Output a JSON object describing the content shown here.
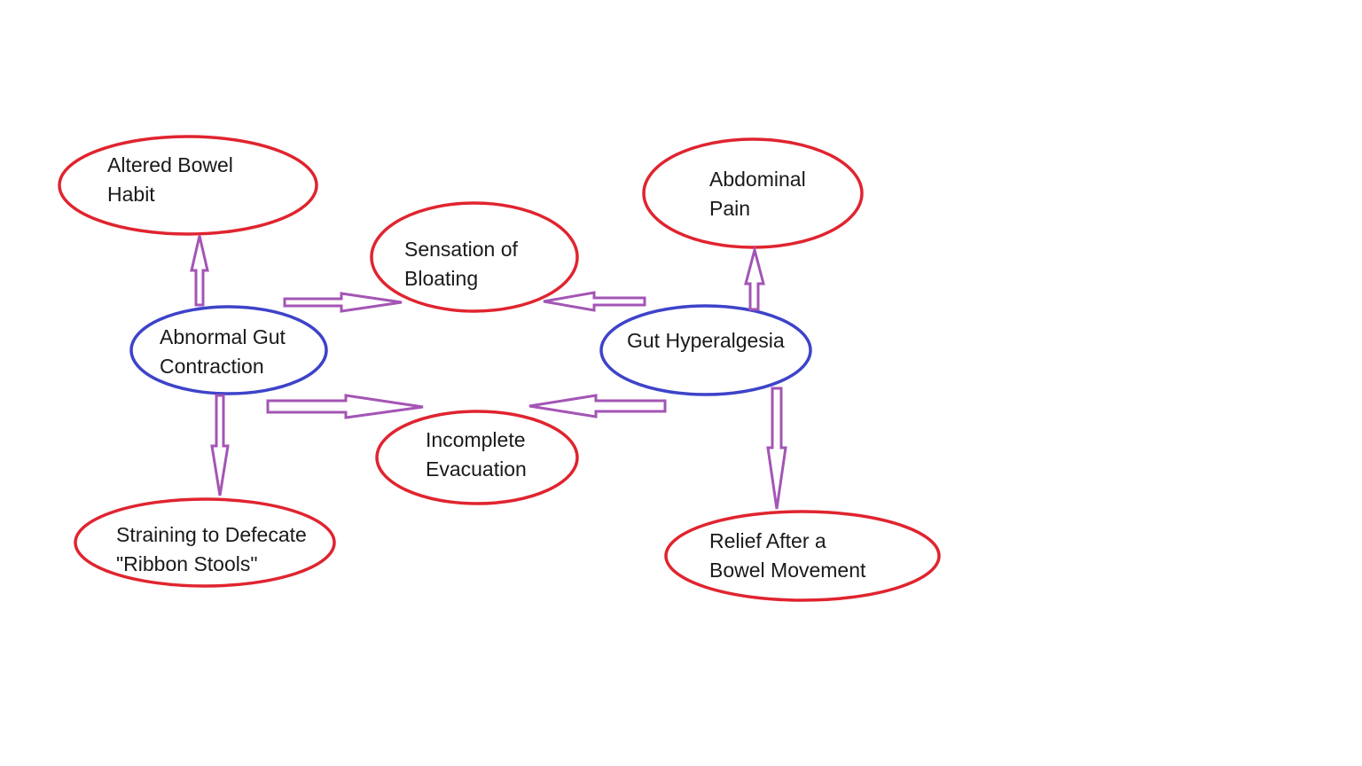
{
  "colors": {
    "cause_outline": "#3d43c9",
    "effect_outline": "#e0242f",
    "arrow_stroke": "#a355b5",
    "text": "#1a1a1a",
    "background": "#ffffff"
  },
  "nodes": {
    "altered_bowel_habit": {
      "line1": "Altered Bowel",
      "line2": "Habit"
    },
    "sensation_of_bloating": {
      "line1": "Sensation of",
      "line2": "Bloating"
    },
    "abdominal_pain": {
      "line1": "Abdominal",
      "line2": "Pain"
    },
    "abnormal_gut_contraction": {
      "line1": "Abnormal Gut",
      "line2": "Contraction"
    },
    "gut_hyperalgesia": {
      "line1": "Gut Hyperalgesia"
    },
    "incomplete_evacuation": {
      "line1": "Incomplete",
      "line2": "Evacuation"
    },
    "straining_to_defecate": {
      "line1": "Straining to Defecate",
      "line2": "\"Ribbon Stools\""
    },
    "relief_after_bowel_movement": {
      "line1": "Relief After a",
      "line2": "Bowel Movement"
    }
  },
  "connections": [
    {
      "from": "Abnormal Gut Contraction",
      "to": "Altered Bowel Habit"
    },
    {
      "from": "Abnormal Gut Contraction",
      "to": "Sensation of Bloating"
    },
    {
      "from": "Abnormal Gut Contraction",
      "to": "Incomplete Evacuation"
    },
    {
      "from": "Abnormal Gut Contraction",
      "to": "Straining to Defecate \"Ribbon Stools\""
    },
    {
      "from": "Gut Hyperalgesia",
      "to": "Abdominal Pain"
    },
    {
      "from": "Gut Hyperalgesia",
      "to": "Sensation of Bloating"
    },
    {
      "from": "Gut Hyperalgesia",
      "to": "Incomplete Evacuation"
    },
    {
      "from": "Gut Hyperalgesia",
      "to": "Relief After a Bowel Movement"
    }
  ]
}
